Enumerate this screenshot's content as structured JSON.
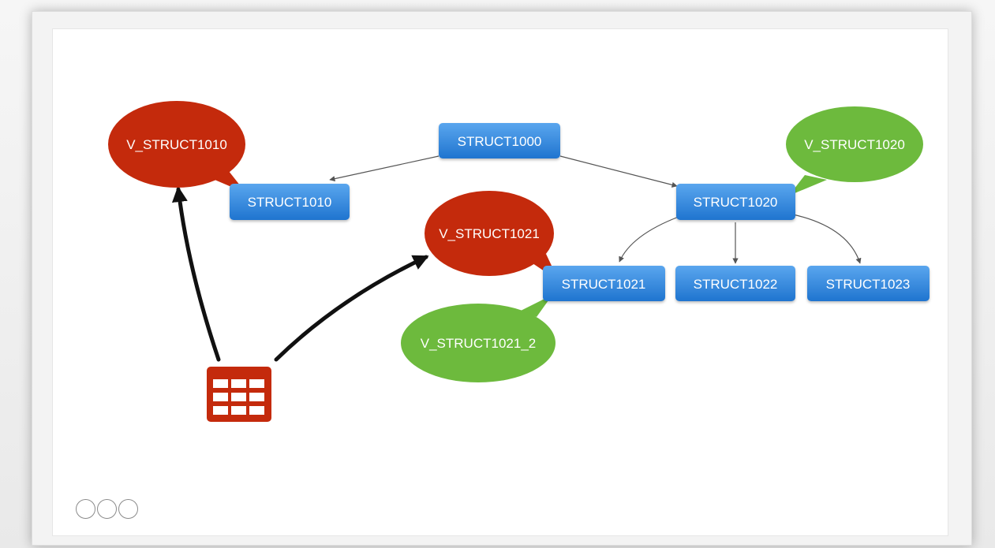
{
  "colors": {
    "struct_node": "#2f86de",
    "struct_node_light": "#5aa6ee",
    "view_red": "#c42a0c",
    "view_green": "#6dba3d",
    "table_icon": "#c42a0c",
    "thick_arrow": "#111111",
    "thin_edge": "#555555"
  },
  "structs": {
    "s1000": "STRUCT1000",
    "s1010": "STRUCT1010",
    "s1020": "STRUCT1020",
    "s1021": "STRUCT1021",
    "s1022": "STRUCT1022",
    "s1023": "STRUCT1023"
  },
  "views": {
    "v1010": "V_STRUCT1010",
    "v1020": "V_STRUCT1020",
    "v1021": "V_STRUCT1021",
    "v1021_2": "V_STRUCT1021_2"
  },
  "icons": {
    "table": "table-icon"
  },
  "pagination": {
    "dots": 3
  }
}
